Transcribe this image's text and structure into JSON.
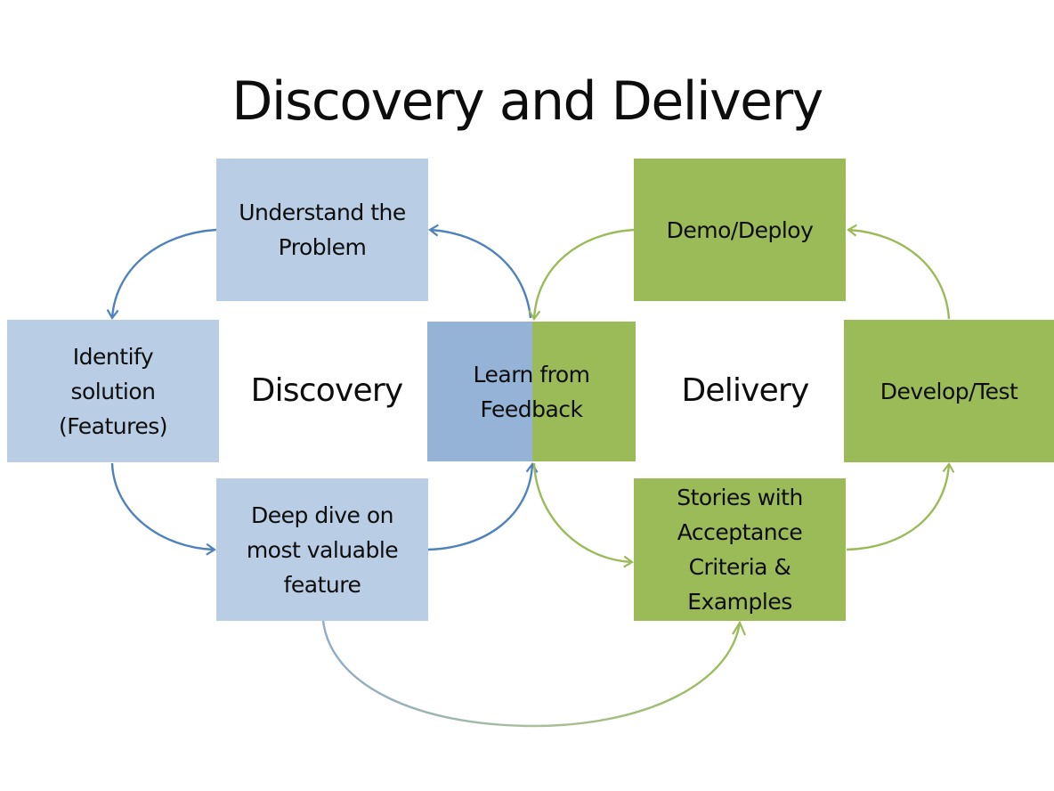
{
  "title": "Discovery and Delivery",
  "colors": {
    "discovery_box": "#b9cde5",
    "discovery_arrow": "#4f81bd",
    "delivery_box": "#9bbb59",
    "delivery_arrow": "#9bbb59",
    "feedback_left": "#95b3d7"
  },
  "phases": {
    "discovery": "Discovery",
    "delivery": "Delivery"
  },
  "nodes": {
    "understand": "Understand the\nProblem",
    "identify": "Identify\nsolution\n(Features)",
    "deep_dive": "Deep dive on\nmost valuable\nfeature",
    "learn": "Learn from\nFeedback",
    "demo": "Demo/Deploy",
    "develop": "Develop/Test",
    "stories": "Stories with\nAcceptance\nCriteria &\nExamples"
  },
  "edges": [
    {
      "from": "understand",
      "to": "identify",
      "phase": "discovery"
    },
    {
      "from": "identify",
      "to": "deep_dive",
      "phase": "discovery"
    },
    {
      "from": "deep_dive",
      "to": "learn",
      "phase": "discovery"
    },
    {
      "from": "learn",
      "to": "understand",
      "phase": "discovery"
    },
    {
      "from": "demo",
      "to": "learn",
      "phase": "delivery"
    },
    {
      "from": "learn",
      "to": "stories",
      "phase": "delivery"
    },
    {
      "from": "stories",
      "to": "develop",
      "phase": "delivery"
    },
    {
      "from": "develop",
      "to": "demo",
      "phase": "delivery"
    },
    {
      "from": "deep_dive",
      "to": "stories",
      "phase": "transition"
    }
  ]
}
